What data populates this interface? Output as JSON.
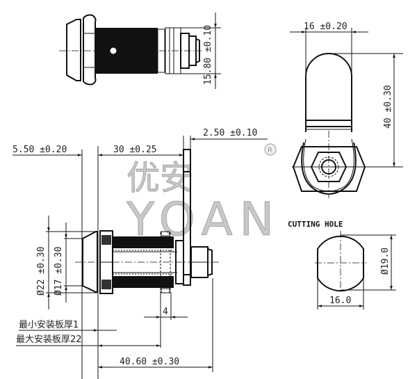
{
  "drawing": {
    "subject": "cam lock",
    "watermark": {
      "chinese": "优安",
      "latin": "YOAN",
      "registered_mark": "R"
    },
    "top_view": {
      "dim_height": "15.80 ±0.10"
    },
    "cam_view": {
      "dim_width": "16 ±0.20",
      "dim_length": "40 ±0.30"
    },
    "side_view": {
      "dim_head": "5.50 ±0.20",
      "dim_body": "30 ±0.25",
      "dim_cam_thickness": "2.50 ±0.10",
      "dim_dia_head": "Ø22 ±0.30",
      "dim_dia_body": "Ø17 ±0.30",
      "dim_nut": "4",
      "label_min_panel": "最小安装板厚1",
      "label_max_panel": "最大安装板厚22",
      "dim_total": "40.60 ±0.30"
    },
    "cutting_hole": {
      "title": "CUTTING HOLE",
      "dim_diameter": "Ø19.0",
      "dim_flat": "16.0"
    }
  }
}
